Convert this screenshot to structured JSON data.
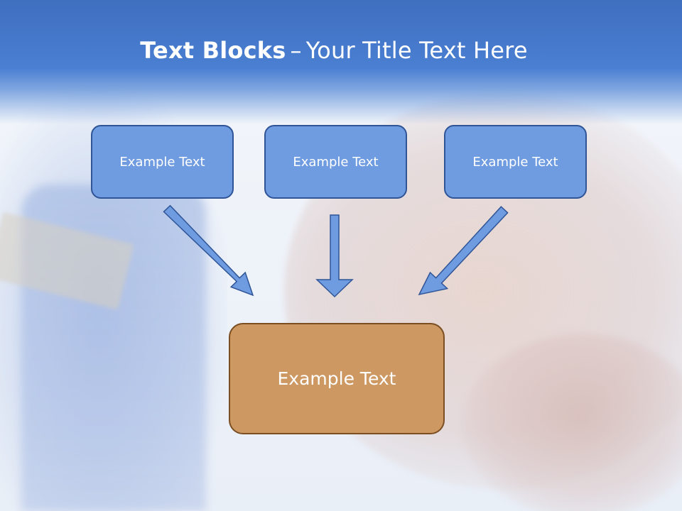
{
  "title": {
    "bold": "Text Blocks",
    "separator": "–",
    "rest": "Your Title Text Here"
  },
  "boxes": {
    "left": "Example Text",
    "center": "Example Text",
    "right": "Example Text",
    "target": "Example Text"
  },
  "colors": {
    "title_band": "#4a7fd2",
    "box_fill": "#6f9be0",
    "box_border": "#2f5597",
    "target_fill": "#cd9862",
    "target_border": "#7b4f22",
    "arrow_fill": "#6f9be0"
  }
}
